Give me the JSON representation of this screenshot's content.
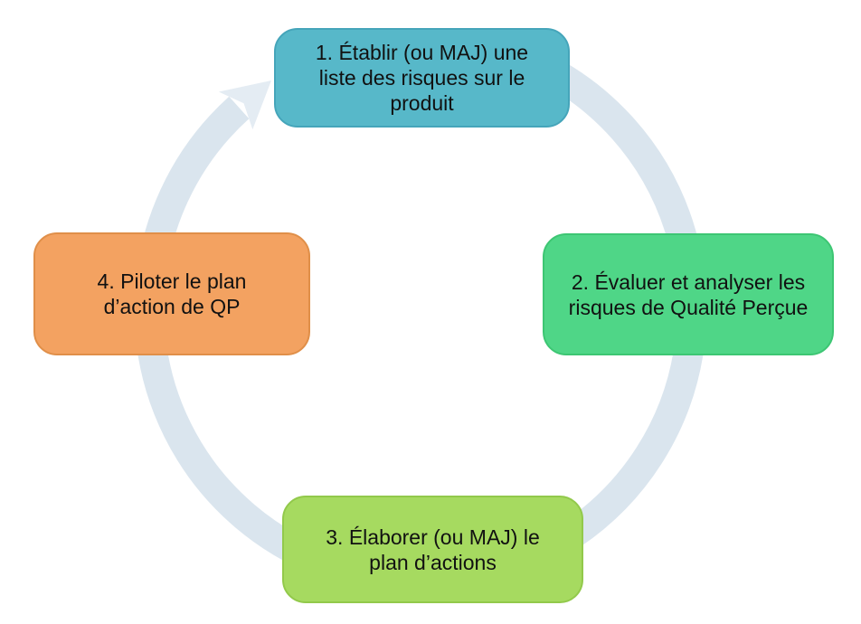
{
  "diagram": {
    "type": "cycle",
    "background_color": "#FFFFFF",
    "text_color": "#111111",
    "arrow": {
      "name": "clockwise-cycle-arrow",
      "direction": "clockwise",
      "ring_color": "#DAE5EE",
      "head_color": "#E4ECF3"
    },
    "steps": [
      {
        "id": "1",
        "position": "top",
        "label": "1. Établir (ou MAJ) une liste des risques sur le produit",
        "fill": "#57B8C9",
        "border": "#45A5BA"
      },
      {
        "id": "2",
        "position": "right",
        "label": "2. Évaluer et analyser les risques de Qualité Perçue",
        "fill": "#4FD687",
        "border": "#3DC673"
      },
      {
        "id": "3",
        "position": "bottom",
        "label": "3. Élaborer (ou MAJ) le plan d’actions",
        "fill": "#A6DA60",
        "border": "#92C94B"
      },
      {
        "id": "4",
        "position": "left",
        "label": "4. Piloter le plan d’action de QP",
        "fill": "#F3A261",
        "border": "#E08F49"
      }
    ]
  }
}
